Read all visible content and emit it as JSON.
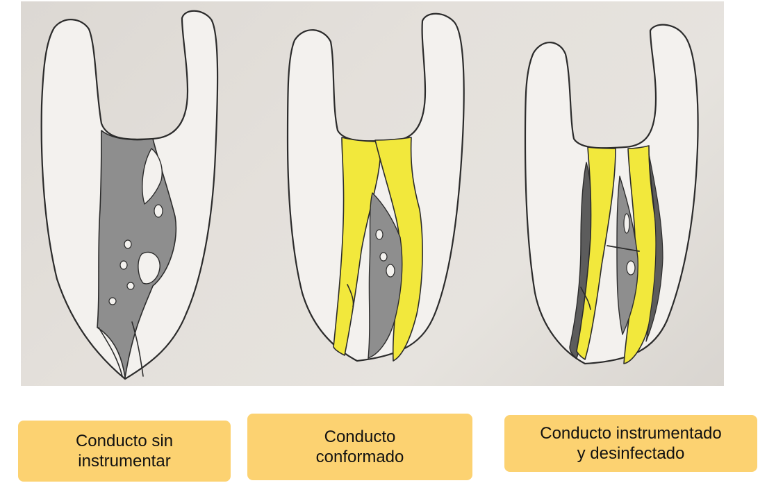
{
  "captions": {
    "uninstrumented": "Conducto sin\ninstrumentar",
    "shaped": "Conducto\nconformado",
    "instrumented": "Conducto instrumentado\ny desinfectado"
  },
  "colors": {
    "caption_background": "#fcd271",
    "canal_tissue": "#8e8e8e",
    "shaped_canal": "#f2e83c",
    "pencil_outline": "#2b2b2b",
    "paper": "#e2deda"
  }
}
